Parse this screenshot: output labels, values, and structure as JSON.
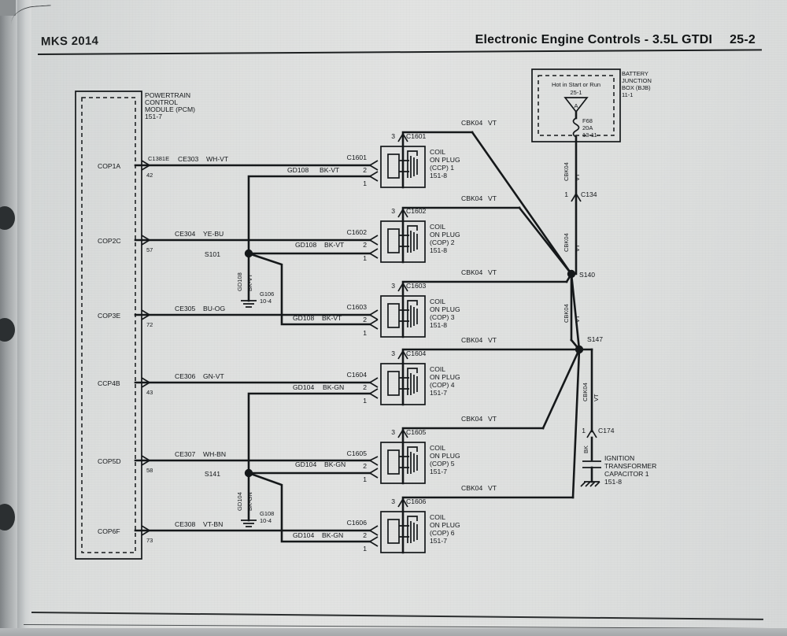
{
  "header": {
    "left": "MKS 2014",
    "title": "Electronic Engine Controls - 3.5L GTDI",
    "page": "25-2"
  },
  "pcm": {
    "name_line1": "POWERTRAIN",
    "name_line2": "CONTROL",
    "name_line3": "MODULE (PCM)",
    "ref": "151-7",
    "pins": [
      {
        "label": "COP1A",
        "number": "42"
      },
      {
        "label": "COP2C",
        "number": "57"
      },
      {
        "label": "COP3E",
        "number": "72"
      },
      {
        "label": "CCP4B",
        "number": "43"
      },
      {
        "label": "COP5D",
        "number": "58"
      },
      {
        "label": "COP6F",
        "number": "73"
      }
    ]
  },
  "bjb": {
    "hot_label": "Hot in Start or Run",
    "hot_ref": "25-1",
    "relay_letter": "A",
    "fuse_id": "F68",
    "fuse_rating": "20A",
    "fuse_ref": "13-11",
    "title_line1": "BATTERY",
    "title_line2": "JUNCTION",
    "title_line3": "BOX (BJB)",
    "title_ref": "11-1"
  },
  "coils": [
    {
      "title_line1": "COIL",
      "title_line2": "ON PLUG",
      "title_line3": "(CCP) 1",
      "ref": "151-8",
      "top_connector": "C1601",
      "top_pin": "3",
      "left_connector": "C1601",
      "pin_hi": "2",
      "pin_lo": "1",
      "signal_circuit": "CE303",
      "signal_color": "WH-VT",
      "ground_circuit": "GD108",
      "ground_color": "BK-VT",
      "power_circuit": "CBK04",
      "power_color": "VT"
    },
    {
      "title_line1": "COIL",
      "title_line2": "ON PLUG",
      "title_line3": "(COP) 2",
      "ref": "151-8",
      "top_connector": "C1602",
      "top_pin": "3",
      "left_connector": "C1602",
      "pin_hi": "2",
      "pin_lo": "1",
      "signal_circuit": "CE304",
      "signal_color": "YE-BU",
      "ground_circuit": "GD108",
      "ground_color": "BK-VT",
      "power_circuit": "CBK04",
      "power_color": "VT"
    },
    {
      "title_line1": "COIL",
      "title_line2": "ON PLUG",
      "title_line3": "(COP) 3",
      "ref": "151-8",
      "top_connector": "C1603",
      "top_pin": "3",
      "left_connector": "C1603",
      "pin_hi": "2",
      "pin_lo": "1",
      "signal_circuit": "CE305",
      "signal_color": "BU-OG",
      "ground_circuit": "GD108",
      "ground_color": "BK-VT",
      "power_circuit": "CBK04",
      "power_color": "VT"
    },
    {
      "title_line1": "COIL",
      "title_line2": "ON PLUG",
      "title_line3": "(COP) 4",
      "ref": "151-7",
      "top_connector": "C1604",
      "top_pin": "3",
      "left_connector": "C1604",
      "pin_hi": "2",
      "pin_lo": "1",
      "signal_circuit": "CE306",
      "signal_color": "GN-VT",
      "ground_circuit": "GD104",
      "ground_color": "BK-GN",
      "power_circuit": "CBK04",
      "power_color": "VT"
    },
    {
      "title_line1": "COIL",
      "title_line2": "ON PLUG",
      "title_line3": "(COP) 5",
      "ref": "151-7",
      "top_connector": "C1605",
      "top_pin": "3",
      "left_connector": "C1605",
      "pin_hi": "2",
      "pin_lo": "1",
      "signal_circuit": "CE307",
      "signal_color": "WH-BN",
      "ground_circuit": "GD104",
      "ground_color": "BK-GN",
      "power_circuit": "CBK04",
      "power_color": "VT"
    },
    {
      "title_line1": "COIL",
      "title_line2": "ON PLUG",
      "title_line3": "(COP) 6",
      "ref": "151-7",
      "top_connector": "C1606",
      "top_pin": "3",
      "left_connector": "C1606",
      "pin_hi": "2",
      "pin_lo": "1",
      "signal_circuit": "CE308",
      "signal_color": "VT-BN",
      "ground_circuit": "GD104",
      "ground_color": "BK-GN",
      "power_circuit": "CBK04",
      "power_color": "VT"
    }
  ],
  "pcm_connector": {
    "id": "C1381E"
  },
  "splices": [
    {
      "id": "S101",
      "circuit": "GD108",
      "color": "BK-VT",
      "ground_id": "G106",
      "ground_ref": "10-4"
    },
    {
      "id": "S141",
      "circuit": "GD104",
      "color": "BK-GN",
      "ground_id": "G108",
      "ground_ref": "10-4"
    },
    {
      "id": "S140"
    },
    {
      "id": "S147"
    }
  ],
  "power_bus": {
    "connector_top": "C134",
    "connector_top_pin": "1",
    "circuit": "CBK04",
    "color": "VT"
  },
  "capacitor": {
    "connector": "C174",
    "pin": "1",
    "wire_color": "BK",
    "title_line1": "IGNITION",
    "title_line2": "TRANSFORMER",
    "title_line3": "CAPACITOR 1",
    "ref": "151-8"
  }
}
